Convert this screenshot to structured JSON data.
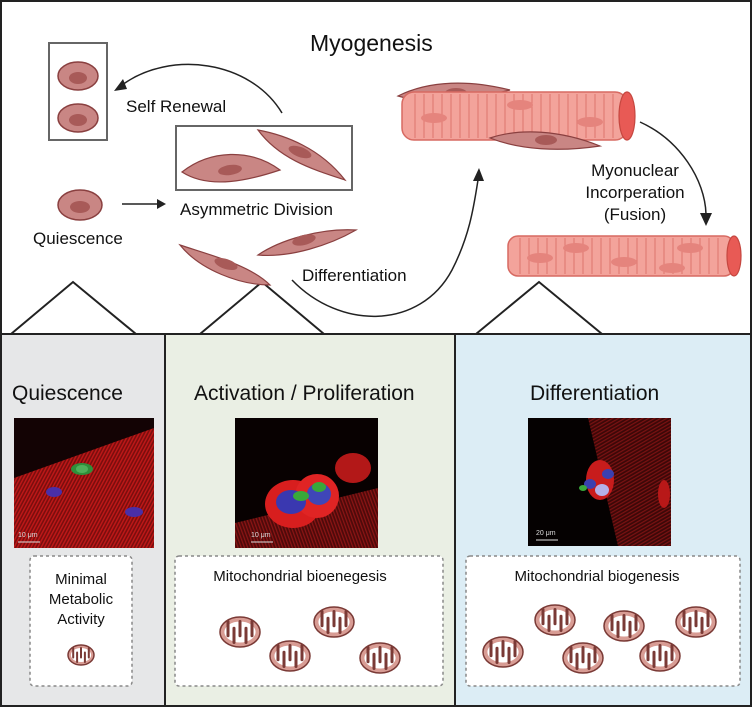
{
  "title": "Myogenesis",
  "top_labels": {
    "self_renewal": "Self Renewal",
    "quiescence": "Quiescence",
    "asymmetric_division": "Asymmetric Division",
    "differentiation": "Differentiation",
    "myonuclear_line1": "Myonuclear",
    "myonuclear_line2": "Incorperation",
    "myonuclear_line3": "(Fusion)"
  },
  "panels": [
    {
      "title": "Quiescence",
      "bg": "#e6e7e8",
      "scale_bar": "10 μm",
      "box_lines": [
        "Minimal",
        "Metabolic",
        "Activity"
      ]
    },
    {
      "title": "Activation / Proliferation",
      "bg": "#eaefe4",
      "scale_bar": "10 μm",
      "box_lines": [
        "Mitochondrial bioenegesis"
      ]
    },
    {
      "title": "Differentiation",
      "bg": "#dcedf5",
      "scale_bar": "20 μm",
      "box_lines": [
        "Mitochondrial biogenesis"
      ]
    }
  ],
  "colors": {
    "cell_fill": "#c98684",
    "cell_stroke": "#8a4040",
    "nucleus": "#a85a58",
    "fiber": "#f3a39b",
    "fiber_stroke": "#d76a62",
    "mito_fill": "#d89c94",
    "mito_stroke": "#7a3a36"
  }
}
